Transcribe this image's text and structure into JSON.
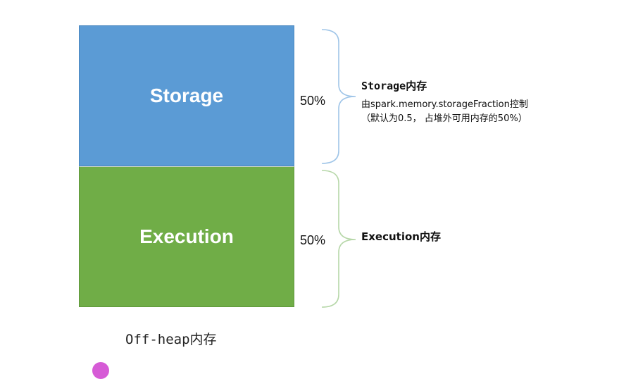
{
  "blocks": {
    "storage": {
      "label": "Storage",
      "color": "#5b9bd5",
      "percent": "50%"
    },
    "execution": {
      "label": "Execution",
      "color": "#70ad47",
      "percent": "50%"
    }
  },
  "annotations": {
    "storage": {
      "title": "Storage内存",
      "line1": "由spark.memory.storageFraction控制",
      "line2": "（默认为0.5， 占堆外可用内存的50%）",
      "brace_color": "#9fc5e8"
    },
    "execution": {
      "title": "Execution内存",
      "brace_color": "#b6d7a8"
    }
  },
  "caption": "Off-heap内存"
}
